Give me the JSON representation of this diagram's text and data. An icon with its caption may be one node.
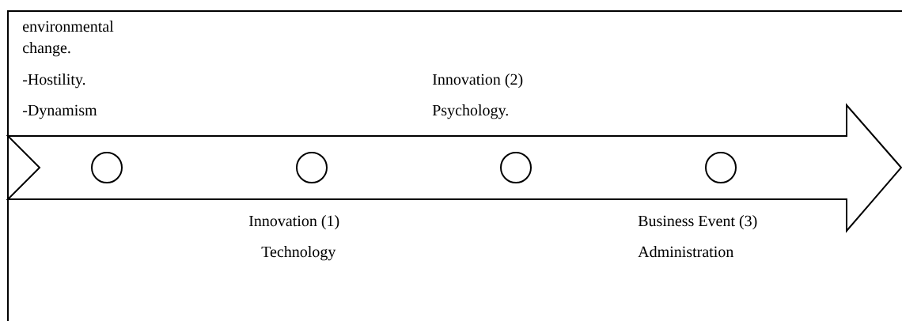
{
  "diagram": {
    "nodes": [
      {
        "text": [],
        "shape": "circle"
      },
      {
        "text": [],
        "shape": "circle"
      },
      {
        "text": [],
        "shape": "circle"
      },
      {
        "text": [],
        "shape": "circle"
      }
    ],
    "labels": [
      "environmental change.",
      "-Hostility.",
      "-Dynamism",
      "Innovation (2)",
      "Psychology.",
      "Innovation (1)",
      "Technology",
      "Business Event (3)",
      "Administration"
    ]
  }
}
